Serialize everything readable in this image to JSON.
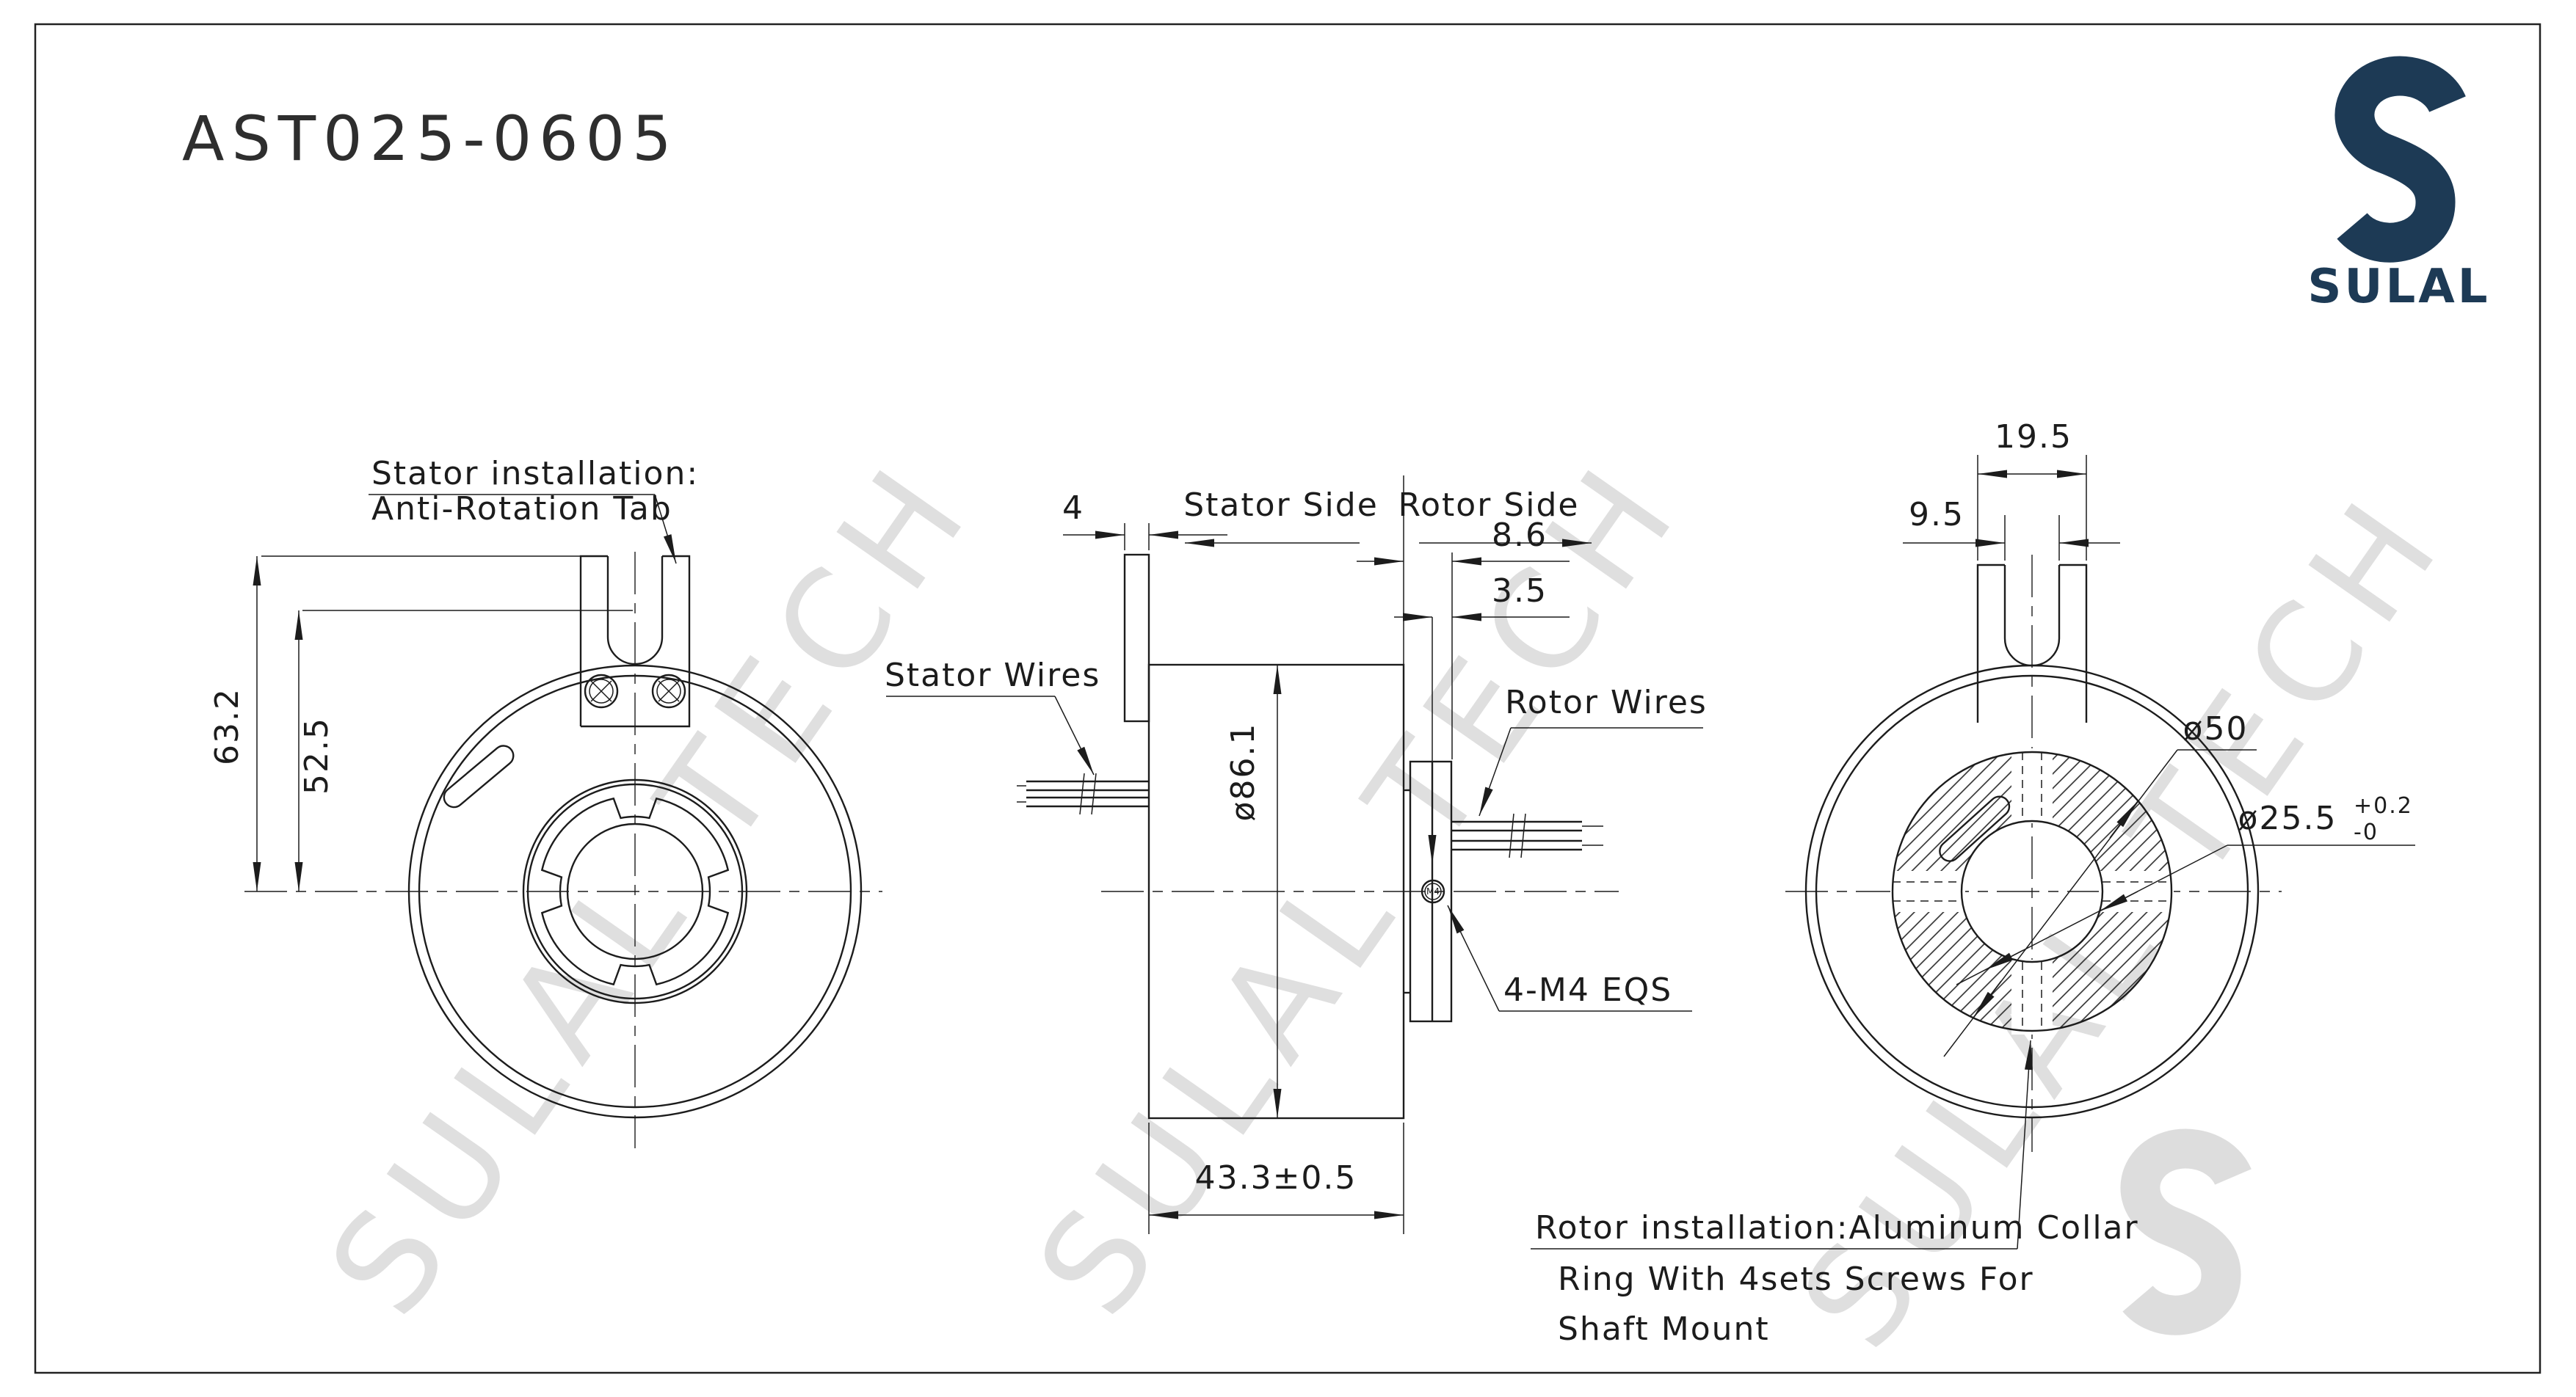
{
  "title": "AST025-0605",
  "logo": {
    "brand": "SULAL"
  },
  "watermark": "SULAL TECH",
  "left_view": {
    "note_line1": "Stator installation:",
    "note_line2": "Anti-Rotation Tab",
    "dim_height_outer": "63.2",
    "dim_height_inner": "52.5"
  },
  "middle_view": {
    "dim_tab_thickness": "4",
    "stator_side_label": "Stator Side",
    "rotor_side_label": "Rotor Side",
    "dim_flange_total": "8.6",
    "dim_flange_plate": "3.5",
    "stator_wires_label": "Stator Wires",
    "rotor_wires_label": "Rotor Wires",
    "dia_body": "ø86.1",
    "screw_label": "M4",
    "screw_note": "4-M4 EQS",
    "dim_length": "43.3±0.5"
  },
  "right_view": {
    "dim_tab_width": "19.5",
    "dim_slot_width": "9.5",
    "dia_collar": "ø50",
    "dia_bore": "ø25.5",
    "dia_bore_tol_plus": "+0.2",
    "dia_bore_tol_minus": "-0",
    "note_line1": "Rotor installation:Aluminum Collar",
    "note_line2": "Ring With 4sets Screws For",
    "note_line3": "Shaft Mount"
  },
  "colors": {
    "line": "#1c1c1c",
    "brand_navy": "#1d3a55",
    "watermark_gray": "#d8d8d8"
  }
}
